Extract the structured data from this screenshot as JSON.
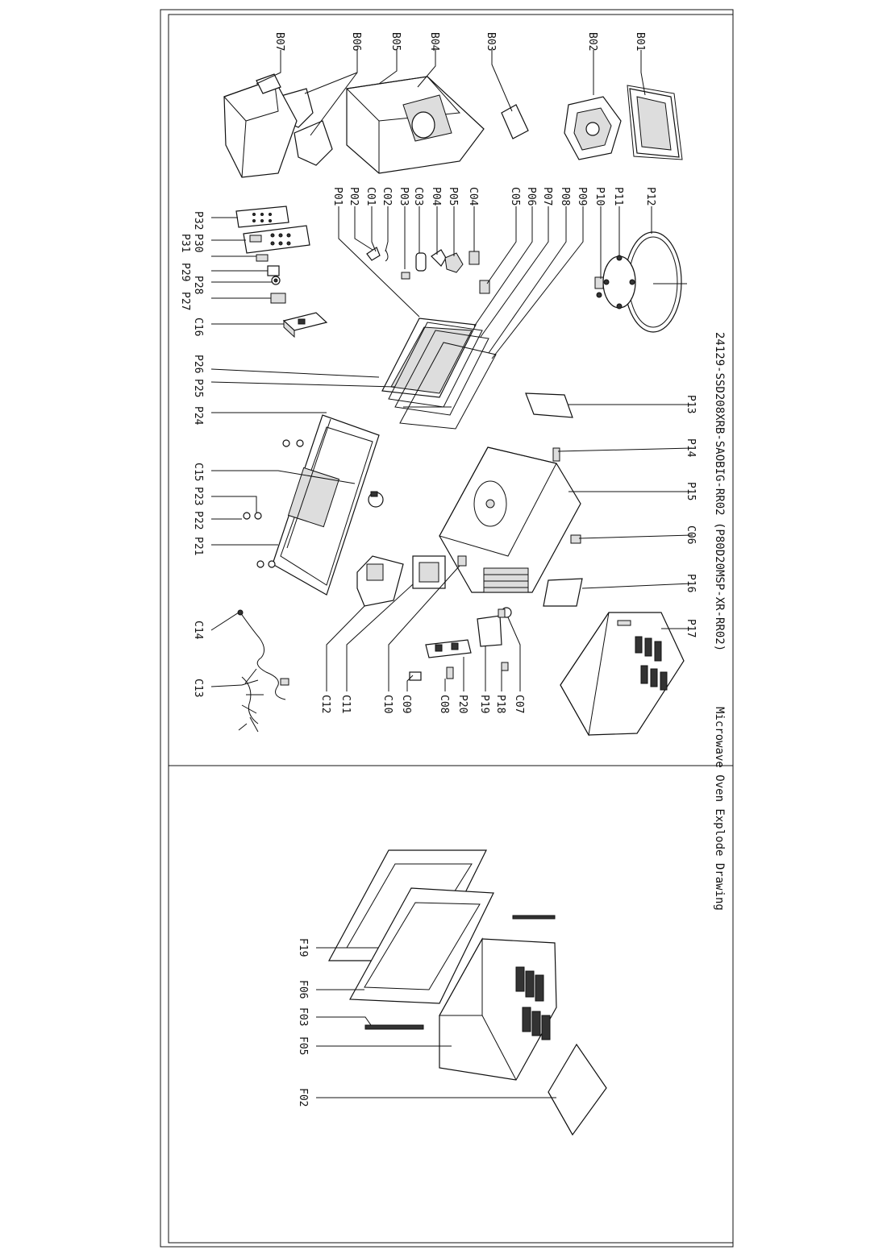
{
  "title": {
    "model_line": "24129-SSD208XRB-SAOBIG-RR02 (P80D20MSP-XR-RR02)",
    "drawing_name": "Microwave Oven Explode Drawing"
  },
  "labels": {
    "B01": "B01",
    "B02": "B02",
    "B03": "B03",
    "B04": "B04",
    "B05": "B05",
    "B06": "B06",
    "B07": "B07",
    "P01": "P01",
    "P02": "P02",
    "P03": "P03",
    "P04": "P04",
    "P05": "P05",
    "P06": "P06",
    "P07": "P07",
    "P08": "P08",
    "P09": "P09",
    "P10": "P10",
    "P11": "P11",
    "P12": "P12",
    "P13": "P13",
    "P14": "P14",
    "P15": "P15",
    "P16": "P16",
    "P17": "P17",
    "P18": "P18",
    "P19": "P19",
    "P20": "P20",
    "P21": "P21",
    "P22": "P22",
    "P23": "P23",
    "P24": "P24",
    "P25": "P25",
    "P26": "P26",
    "P27": "P27",
    "P28": "P28",
    "P29": "P29",
    "P30": "P30",
    "P31": "P31",
    "P32": "P32",
    "C01": "C01",
    "C02": "C02",
    "C03": "C03",
    "C04": "C04",
    "C05": "C05",
    "C06": "C06",
    "C07": "C07",
    "C08": "C08",
    "C09": "C09",
    "C10": "C10",
    "C11": "C11",
    "C12": "C12",
    "C13": "C13",
    "C14": "C14",
    "C15": "C15",
    "C16": "C16",
    "F02": "F02",
    "F03": "F03",
    "F05": "F05",
    "F06": "F06",
    "F19": "F19"
  }
}
